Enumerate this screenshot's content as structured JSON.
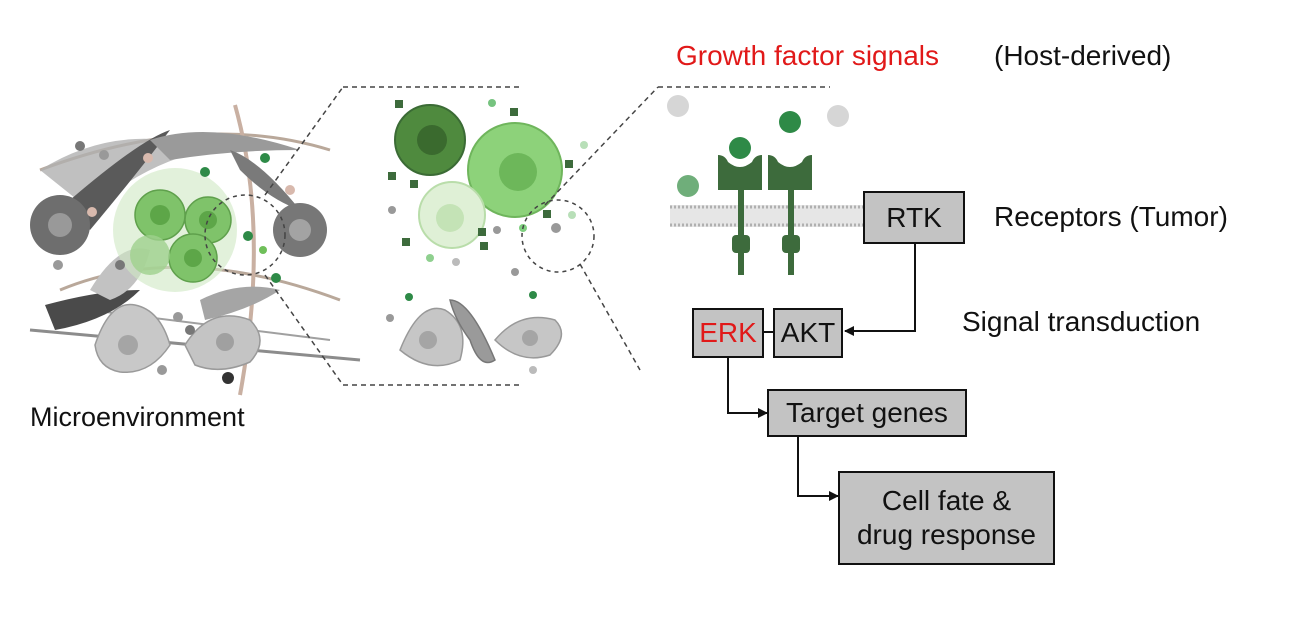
{
  "labels": {
    "microenvironment": "Microenvironment",
    "growth_factor": "Growth factor signals",
    "host_derived": "(Host-derived)",
    "receptors": "Receptors (Tumor)",
    "signal_transduction": "Signal transduction"
  },
  "boxes": {
    "rtk": "RTK",
    "erk": "ERK",
    "akt": "AKT",
    "target_genes": "Target genes",
    "cell_fate_line1": "Cell fate &",
    "cell_fate_line2": "drug response"
  },
  "colors": {
    "highlight": "#e11919",
    "box_fill": "#c3c3c3",
    "cell_green": "#7fc36a",
    "dark_green": "#3b6b35",
    "receptor_green": "#3d6b3c",
    "stroma_gray": "#8a8a8a"
  }
}
